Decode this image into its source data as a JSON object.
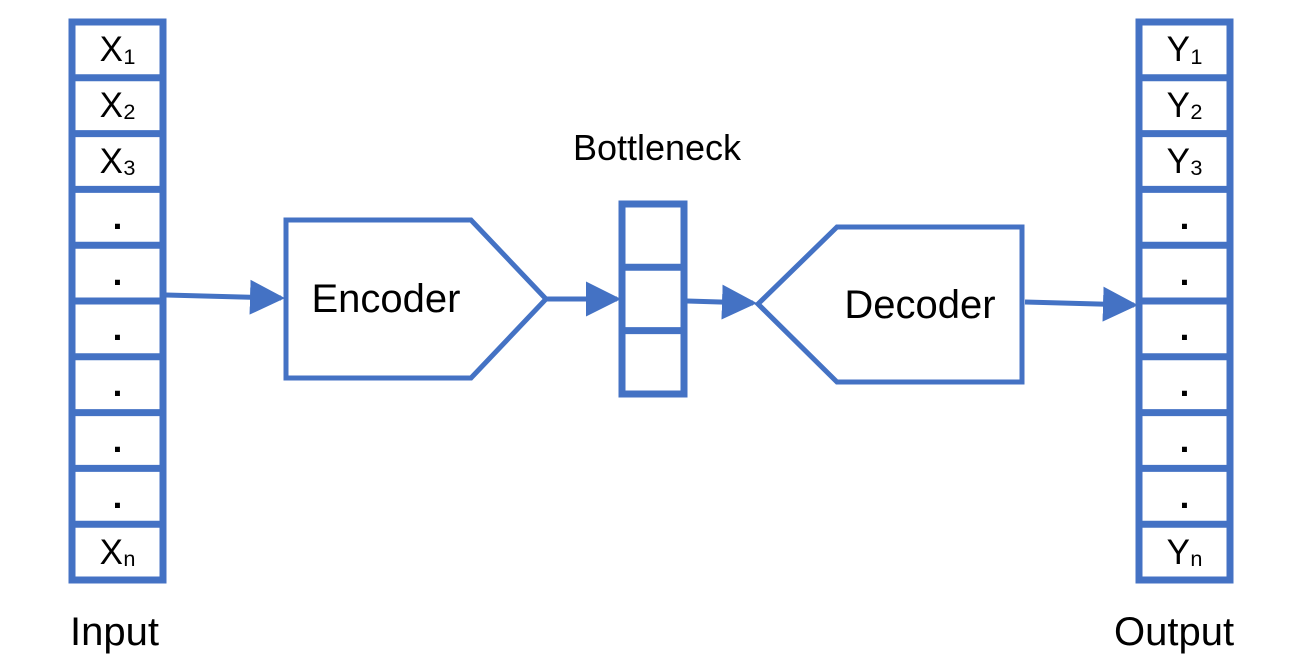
{
  "diagram": {
    "type": "autoencoder-architecture",
    "accent_color": "#4472C4",
    "text_color": "#000000",
    "background_color": "#FFFFFF",
    "bottleneck_title": "Bottleneck",
    "input_caption": "Input",
    "output_caption": "Output",
    "encoder_label": "Encoder",
    "decoder_label": "Decoder"
  },
  "input_stack": {
    "name": "input-vector",
    "cell_count": 10,
    "cells": [
      {
        "kind": "symbol",
        "base": "X",
        "sub": "1",
        "text": "X1"
      },
      {
        "kind": "symbol",
        "base": "X",
        "sub": "2",
        "text": "X2"
      },
      {
        "kind": "symbol",
        "base": "X",
        "sub": "3",
        "text": "X3"
      },
      {
        "kind": "dot",
        "base": ".",
        "sub": "",
        "text": "."
      },
      {
        "kind": "dot",
        "base": ".",
        "sub": "",
        "text": "."
      },
      {
        "kind": "dot",
        "base": ".",
        "sub": "",
        "text": "."
      },
      {
        "kind": "dot",
        "base": ".",
        "sub": "",
        "text": "."
      },
      {
        "kind": "dot",
        "base": ".",
        "sub": "",
        "text": "."
      },
      {
        "kind": "dot",
        "base": ".",
        "sub": "",
        "text": "."
      },
      {
        "kind": "symbol",
        "base": "X",
        "sub": "n",
        "text": "Xn"
      }
    ]
  },
  "output_stack": {
    "name": "output-vector",
    "cell_count": 10,
    "cells": [
      {
        "kind": "symbol",
        "base": "Y",
        "sub": "1",
        "text": "Y1"
      },
      {
        "kind": "symbol",
        "base": "Y",
        "sub": "2",
        "text": "Y2"
      },
      {
        "kind": "symbol",
        "base": "Y",
        "sub": "3",
        "text": "Y3"
      },
      {
        "kind": "dot",
        "base": ".",
        "sub": "",
        "text": "."
      },
      {
        "kind": "dot",
        "base": ".",
        "sub": "",
        "text": "."
      },
      {
        "kind": "dot",
        "base": ".",
        "sub": "",
        "text": "."
      },
      {
        "kind": "dot",
        "base": ".",
        "sub": "",
        "text": "."
      },
      {
        "kind": "dot",
        "base": ".",
        "sub": "",
        "text": "."
      },
      {
        "kind": "dot",
        "base": ".",
        "sub": "",
        "text": "."
      },
      {
        "kind": "symbol",
        "base": "Y",
        "sub": "n",
        "text": "Yn"
      }
    ]
  },
  "bottleneck_stack": {
    "name": "bottleneck-vector",
    "cell_count": 3,
    "cells": [
      {
        "kind": "empty",
        "text": ""
      },
      {
        "kind": "empty",
        "text": ""
      },
      {
        "kind": "empty",
        "text": ""
      }
    ]
  },
  "arrows": [
    {
      "name": "arrow-input-to-encoder",
      "from": "input-vector",
      "to": "encoder-shape"
    },
    {
      "name": "arrow-encoder-to-bottleneck",
      "from": "encoder-shape",
      "to": "bottleneck-vector"
    },
    {
      "name": "arrow-bottleneck-to-decoder",
      "from": "bottleneck-vector",
      "to": "decoder-shape"
    },
    {
      "name": "arrow-decoder-to-output",
      "from": "decoder-shape",
      "to": "output-vector"
    }
  ]
}
